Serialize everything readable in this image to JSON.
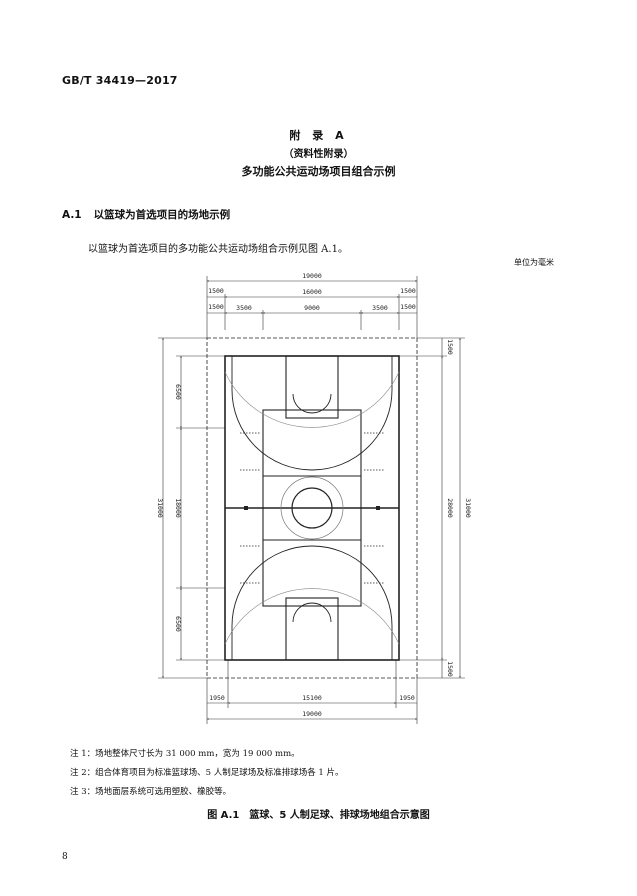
{
  "header": {
    "standard_no": "GB/T 34419—2017"
  },
  "appendix": {
    "title": "附 录 A",
    "type": "（资料性附录）",
    "name": "多功能公共运动场项目组合示例"
  },
  "section": {
    "number": "A.1",
    "title": "以篮球为首选项目的场地示例"
  },
  "paragraph": "以篮球为首选项目的多功能公共运动场组合示例见图 A.1。",
  "unit": "单位为毫米",
  "figure": {
    "dims_top": {
      "total": "19000",
      "margin_l": "1500",
      "inner": "16000",
      "margin_r": "1500",
      "m2_l": "1500",
      "seg_l": "3500",
      "seg_mid": "9000",
      "seg_r": "3500",
      "m2_r": "1500"
    },
    "dims_left": {
      "top": "6500",
      "mid": "18000",
      "bottom": "6500",
      "total": "31000"
    },
    "dims_right": {
      "top": "1500",
      "mid": "28000",
      "bottom": "1500",
      "total": "31000"
    },
    "dims_bottom": {
      "left": "1950",
      "mid": "15100",
      "right": "1950",
      "total": "19000"
    }
  },
  "notes": [
    "注 1：场地整体尺寸长为 31 000 mm，宽为 19 000 mm。",
    "注 2：组合体育项目为标准篮球场、5 人制足球场及标准排球场各 1 片。",
    "注 3：场地面层系统可选用塑胶、橡胶等。"
  ],
  "caption": "图 A.1　篮球、5 人制足球、排球场地组合示意图",
  "page_number": "8"
}
